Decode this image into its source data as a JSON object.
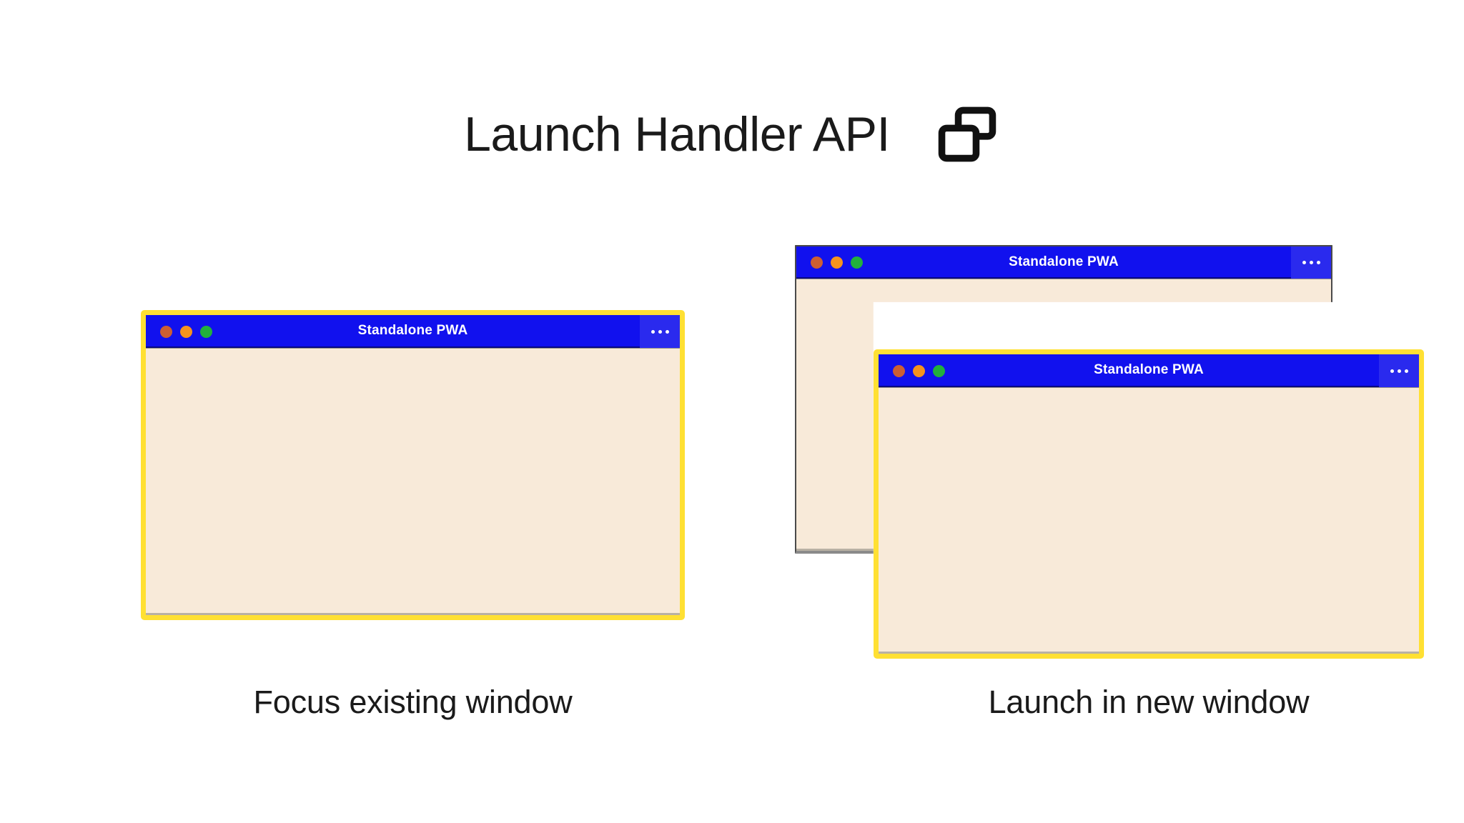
{
  "header": {
    "title": "Launch Handler API",
    "icon": "multiwindow-icon"
  },
  "colors": {
    "titlebar_blue": "#1111EE",
    "menu_panel_blue": "#2A2AEE",
    "window_body_cream": "#F8EAD9",
    "highlight_yellow": "#FFE033",
    "dot_close": "#CC5F33",
    "dot_minimize": "#F5931E",
    "dot_maximize": "#22B03C",
    "text_dark": "#1A1A1A",
    "page_background": "#FFFFFF"
  },
  "scenarios": [
    {
      "id": "focus-existing",
      "caption": "Focus existing window",
      "windows": [
        {
          "id": "focus-window",
          "title": "Standalone PWA",
          "highlighted": true,
          "menu_icon": "kebab-menu-icon",
          "traffic_lights": [
            "close-dot",
            "minimize-dot",
            "maximize-dot"
          ]
        }
      ]
    },
    {
      "id": "launch-new",
      "caption": "Launch in new window",
      "windows": [
        {
          "id": "existing-window",
          "title": "Standalone PWA",
          "highlighted": false,
          "menu_icon": "kebab-menu-icon",
          "traffic_lights": [
            "close-dot",
            "minimize-dot",
            "maximize-dot"
          ]
        },
        {
          "id": "new-window",
          "title": "Standalone PWA",
          "highlighted": true,
          "menu_icon": "kebab-menu-icon",
          "traffic_lights": [
            "close-dot",
            "minimize-dot",
            "maximize-dot"
          ]
        }
      ]
    }
  ]
}
